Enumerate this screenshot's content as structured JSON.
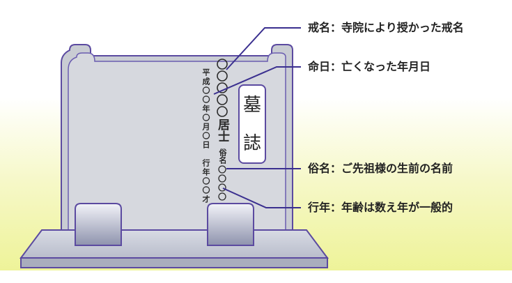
{
  "callouts": {
    "kaimyo": {
      "term": "戒名",
      "sep": "：",
      "desc": "寺院により授かった戒名"
    },
    "meinichi": {
      "term": "命日",
      "sep": "：",
      "desc": "亡くなった年月日"
    },
    "zokumyo": {
      "term": "俗名",
      "sep": "：",
      "desc": "ご先祖様の生前の名前"
    },
    "gyonen": {
      "term": "行年",
      "sep": "：",
      "desc": "年齢は数え年が一般的"
    }
  },
  "stone": {
    "title_chars": [
      "墓",
      "誌"
    ],
    "kaimyo_suffix": "居士",
    "meinichi_text": "平成〇〇年〇月〇日",
    "zokumyo_label": "俗名",
    "gyonen_text": "行年〇〇才"
  },
  "colors": {
    "line": "#3a2f8f",
    "stone": "#d3d5db",
    "stone_outline": "#5b4aa0",
    "base": "#c4c8d4"
  }
}
